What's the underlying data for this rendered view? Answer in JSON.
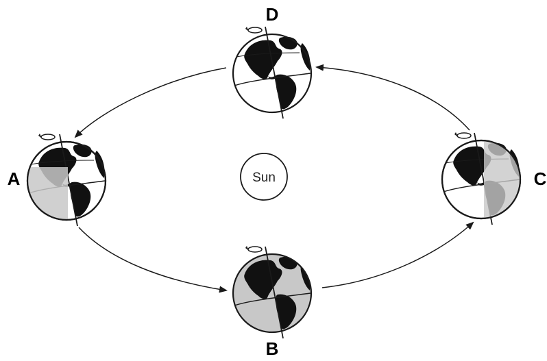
{
  "sun": {
    "label": "Sun"
  },
  "positions": [
    {
      "id": "a",
      "label": "A"
    },
    {
      "id": "b",
      "label": "B"
    },
    {
      "id": "c",
      "label": "C"
    },
    {
      "id": "d",
      "label": "D"
    }
  ],
  "colors": {
    "line": "#1a1a1a",
    "land": "#111111",
    "shadow": "#c8c8c8",
    "background": "#ffffff"
  },
  "icons": {
    "earth": "earth-globe-icon",
    "rotation": "rotation-arrow-icon"
  }
}
